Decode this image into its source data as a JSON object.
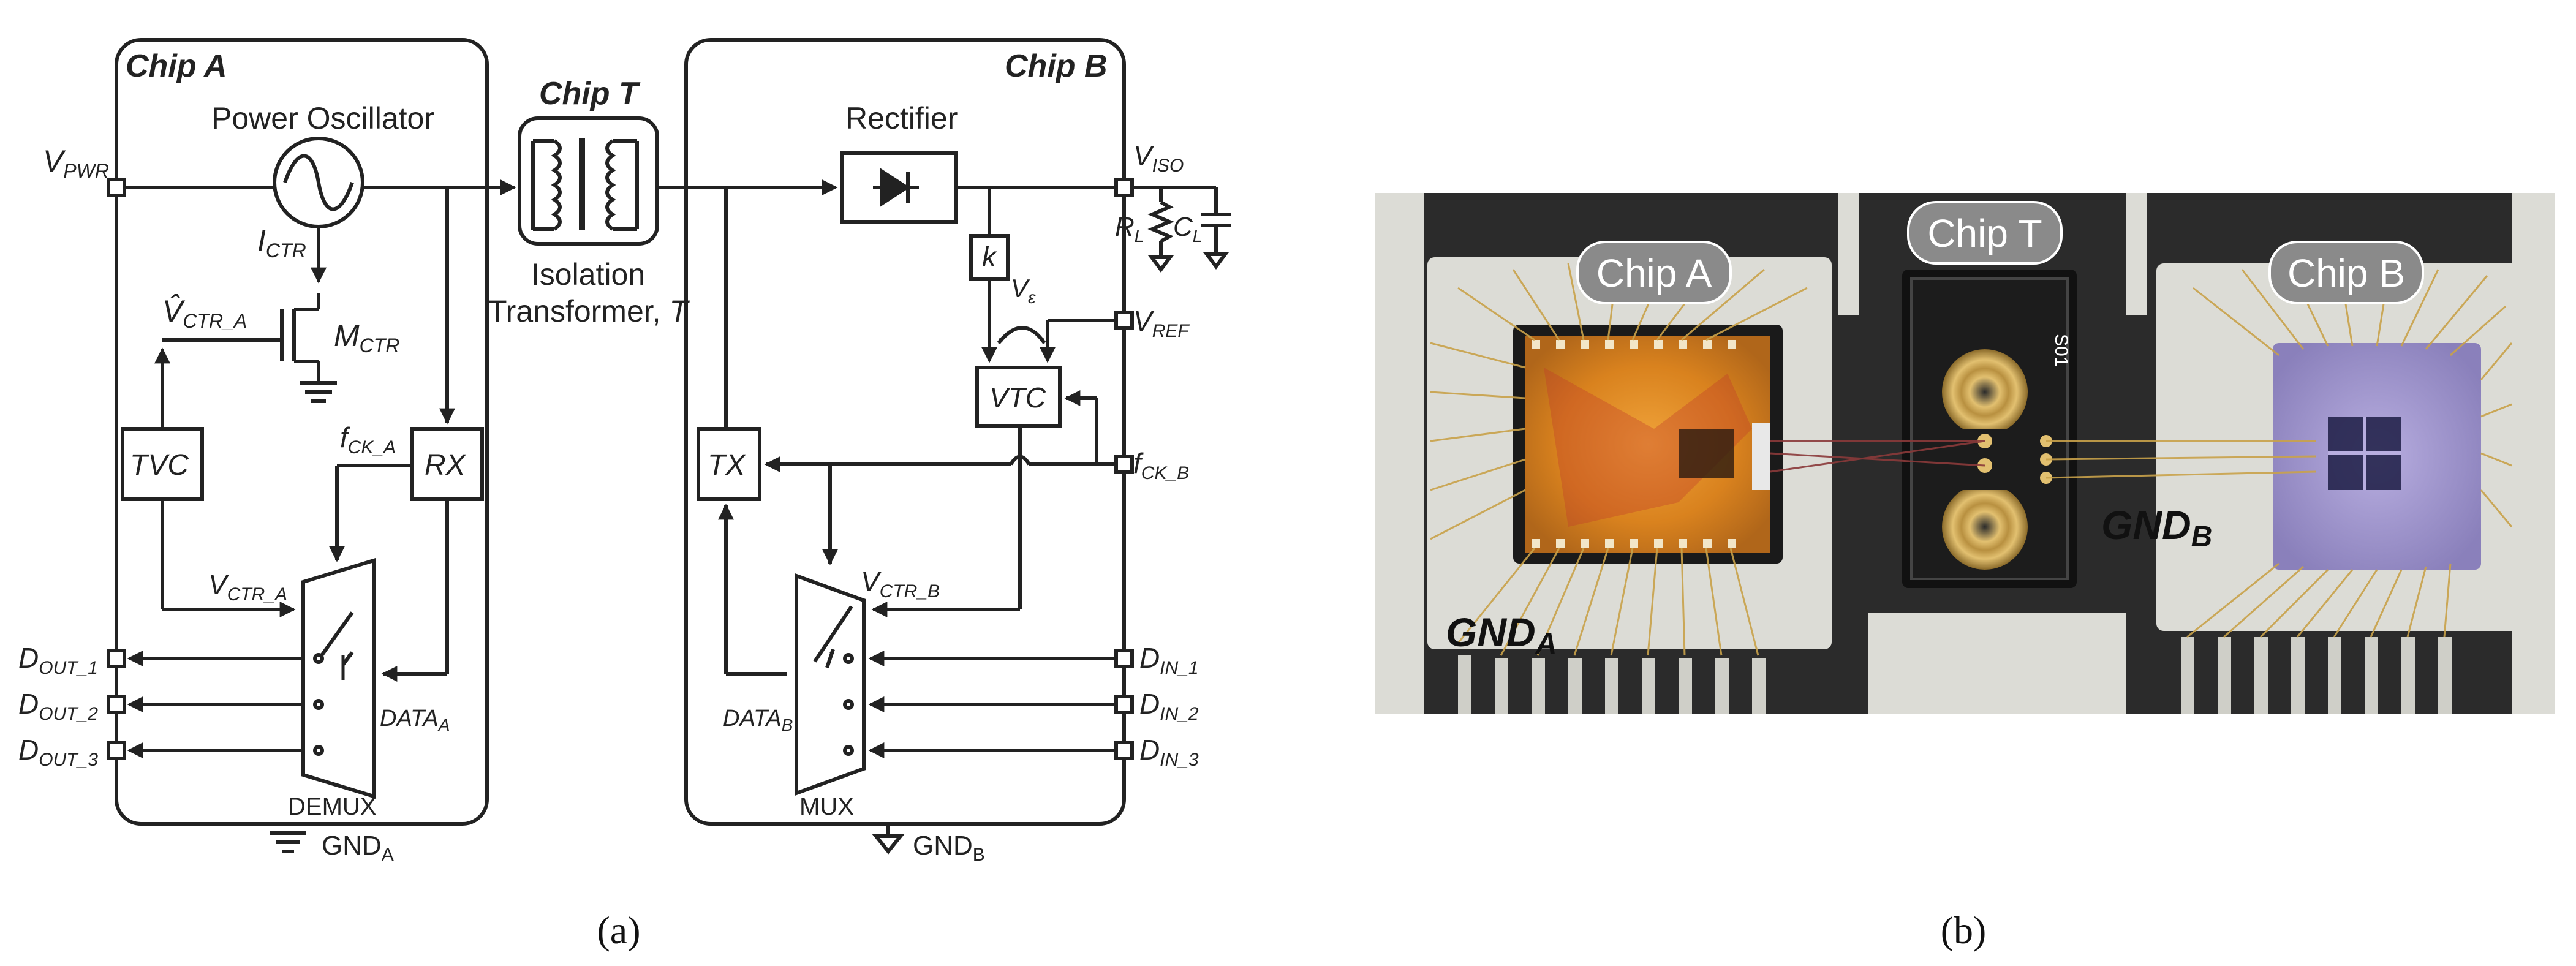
{
  "panel_a": {
    "chip_a": {
      "title": "Chip A",
      "power_oscillator": "Power Oscillator",
      "v_pwr": "V",
      "v_pwr_sub": "PWR",
      "i_ctr": "I",
      "i_ctr_sub": "CTR",
      "v_ctr_hat": "V̂",
      "v_ctr_hat_sub": "CTR_A",
      "m_ctr": "M",
      "m_ctr_sub": "CTR",
      "tvc": "TVC",
      "rx": "RX",
      "f_ck_a": "f",
      "f_ck_a_sub": "CK_A",
      "v_ctr_a": "V",
      "v_ctr_a_sub": "CTR_A",
      "data_a": "DATA",
      "data_a_sub": "A",
      "d_out": "D",
      "d_out_1": "OUT_1",
      "d_out_2": "OUT_2",
      "d_out_3": "OUT_3",
      "demux": "DEMUX",
      "gnd": "GND",
      "gnd_sub": "A"
    },
    "chip_t": {
      "title": "Chip T",
      "caption_line1": "Isolation",
      "caption_line2": "Transformer, ",
      "caption_t": "T"
    },
    "chip_b": {
      "title": "Chip B",
      "rectifier": "Rectifier",
      "v_iso": "V",
      "v_iso_sub": "ISO",
      "r_l": "R",
      "r_l_sub": "L",
      "c_l": "C",
      "c_l_sub": "L",
      "k": "k",
      "v_eps": "V",
      "v_eps_sub": "ε",
      "v_ref": "V",
      "v_ref_sub": "REF",
      "vtc": "VTC",
      "tx": "TX",
      "f_ck_b": "f",
      "f_ck_b_sub": "CK_B",
      "v_ctr_b": "V",
      "v_ctr_b_sub": "CTR_B",
      "data_b": "DATA",
      "data_b_sub": "B",
      "d_in": "D",
      "d_in_1": "IN_1",
      "d_in_2": "IN_2",
      "d_in_3": "IN_3",
      "mux": "MUX",
      "gnd": "GND",
      "gnd_sub": "B"
    },
    "caption": "(a)"
  },
  "panel_b": {
    "chip_a_label": "Chip A",
    "chip_t_label": "Chip T",
    "chip_b_label": "Chip B",
    "gnd_a": "GND",
    "gnd_a_sub": "A",
    "gnd_b": "GND",
    "gnd_b_sub": "B",
    "chip_t_marking": "S01",
    "caption": "(b)"
  },
  "colors": {
    "line": "#222222",
    "photo_background": "#2b2b2b",
    "lead_frame": "#dcdcd6",
    "chip_a_die": "#d9821e",
    "chip_b_die": "#9a8fc8",
    "bond_wire": "#c9a24a",
    "label_bubble": "#8a8a8a"
  }
}
